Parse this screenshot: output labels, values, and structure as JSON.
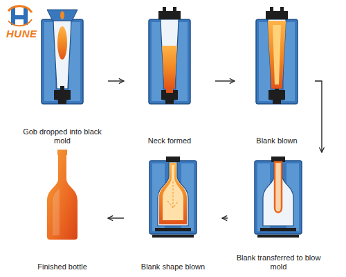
{
  "diagram": {
    "nodes": [
      {
        "text": [
          "Gob dropped into black mold"
        ]
      },
      {
        "text": [
          "Neck formed"
        ]
      },
      {
        "text": [
          "Blank blown"
        ]
      },
      {
        "text": [
          "Blank transferred to blow mold"
        ]
      },
      {
        "text": [
          "Blank shape blown"
        ]
      },
      {
        "text": [
          "Finished bottle"
        ]
      }
    ],
    "edges": [
      {
        "from": 0,
        "to": 1,
        "arrow": "to"
      },
      {
        "from": 1,
        "to": 2,
        "arrow": "to"
      },
      {
        "from": 2,
        "to": 3,
        "arrow": "to"
      },
      {
        "from": 3,
        "to": 4,
        "arrow": "to"
      },
      {
        "from": 4,
        "to": 5,
        "arrow": "to"
      }
    ],
    "labels": [
      "HUNE"
    ]
  }
}
